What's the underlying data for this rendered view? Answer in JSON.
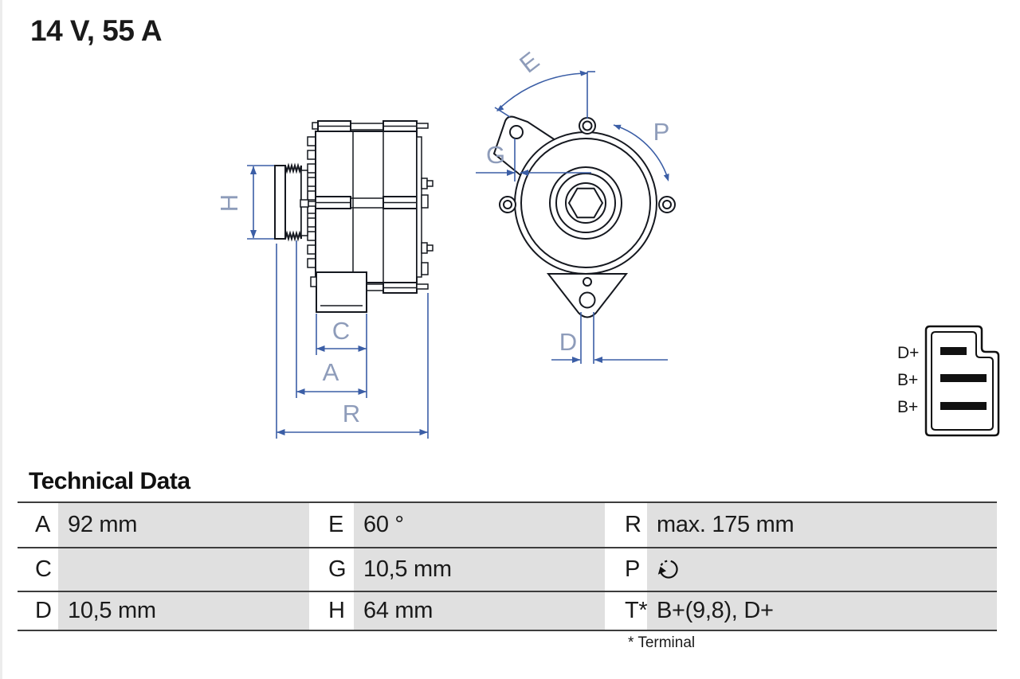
{
  "page": {
    "title": "14 V, 55 A"
  },
  "drawing": {
    "dimension_labels": {
      "H": "H",
      "C": "C",
      "A": "A",
      "R": "R",
      "E": "E",
      "G": "G",
      "P": "P",
      "D": "D"
    },
    "connector": {
      "pins": [
        "D+",
        "B+",
        "B+"
      ]
    }
  },
  "technical_data": {
    "title": "Technical Data",
    "rows": [
      {
        "cells": [
          {
            "key": "A",
            "value": "92 mm"
          },
          {
            "key": "E",
            "value": "60 °"
          },
          {
            "key": "R",
            "value": "max. 175 mm"
          }
        ]
      },
      {
        "cells": [
          {
            "key": "C",
            "value": ""
          },
          {
            "key": "G",
            "value": "10,5 mm"
          },
          {
            "key": "P",
            "value": "",
            "icon": "rotation-direction-icon"
          }
        ]
      },
      {
        "cells": [
          {
            "key": "D",
            "value": "10,5 mm"
          },
          {
            "key": "H",
            "value": "64 mm"
          },
          {
            "key": "T*",
            "value": "B+(9,8), D+"
          }
        ]
      }
    ],
    "footnote": "* Terminal"
  },
  "colors": {
    "dimension_line": "#3b5ea6",
    "dimension_label": "#8e9cba",
    "outline": "#15181f",
    "table_cell_bg": "#e0e0e0",
    "table_rule": "#3d3d3d"
  }
}
